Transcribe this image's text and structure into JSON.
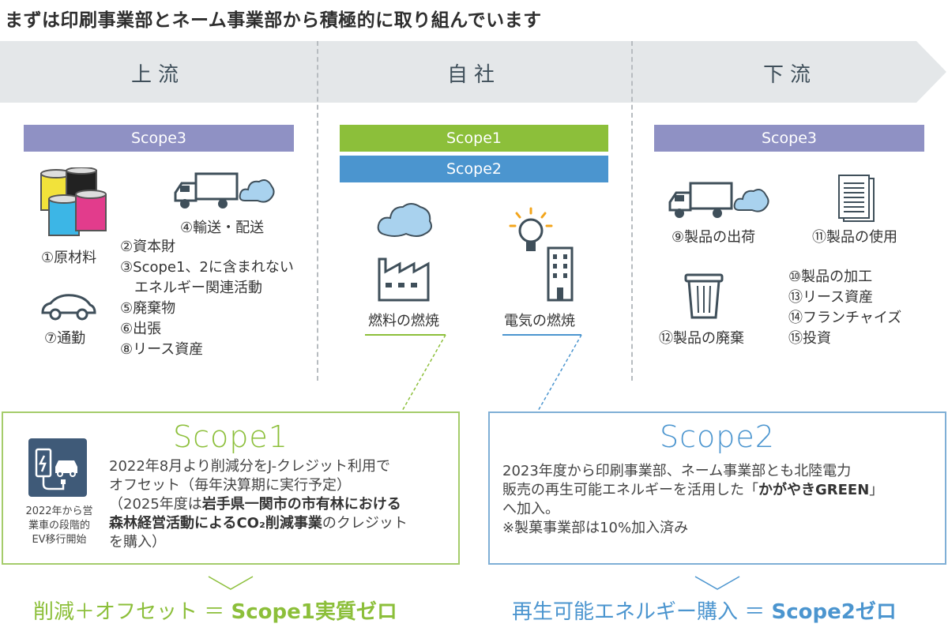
{
  "title": "まずは印刷事業部とネーム事業部から積極的に取り組んでいます",
  "stages": {
    "upstream": "上流",
    "company": "自社",
    "downstream": "下流"
  },
  "colors": {
    "scope1": "#8cbf3a",
    "scope2": "#4b95cf",
    "scope3": "#8f91c4",
    "band": "#e4e7e9"
  },
  "upstream": {
    "scope_label": "Scope3",
    "items": {
      "raw_materials": "①原材料",
      "transport": "④輸送・配送",
      "capital_goods": "②資本財",
      "fuel_energy_1": "③Scope1、2に含まれない",
      "fuel_energy_2": "エネルギー関連活動",
      "waste": "⑤廃棄物",
      "business_travel": "⑥出張",
      "leased_assets": "⑧リース資産",
      "commuting": "⑦通勤"
    },
    "icons": [
      "paint-cans-icon",
      "truck-icon",
      "car-icon"
    ]
  },
  "company": {
    "scope1_label": "Scope1",
    "scope2_label": "Scope2",
    "fuel_label": "燃料の燃焼",
    "electricity_label": "電気の燃焼",
    "icons": [
      "factory-icon",
      "light-bulb-icon",
      "building-icon"
    ]
  },
  "downstream": {
    "scope_label": "Scope3",
    "items": {
      "shipping": "⑨製品の出荷",
      "use": "⑪製品の使用",
      "disposal": "⑫製品の廃棄",
      "processing": "⑩製品の加工",
      "leased_assets": "⑬リース資産",
      "franchise": "⑭フランチャイズ",
      "investment": "⑮投資"
    },
    "icons": [
      "truck-icon",
      "document-icon",
      "trash-can-icon"
    ]
  },
  "scope1_box": {
    "heading": "Scope1",
    "ev_caption_1": "2022年から営",
    "ev_caption_2": "業車の段階的",
    "ev_caption_3": "EV移行開始",
    "line1": "2022年8月より削減分をJ-クレジット利用で",
    "line2": "オフセット（毎年決算期に実行予定）",
    "line3_pre": "（2025年度は",
    "line3_bold": "岩手県一関市の市有林における",
    "line4_bold": "森林経営活動によるCO₂削減事業",
    "line4_post": "のクレジット",
    "line5": "を購入）"
  },
  "scope2_box": {
    "heading": "Scope2",
    "line1": "2023年度から印刷事業部、ネーム事業部とも北陸電力",
    "line2_pre": "販売の再生可能エネルギーを活用した「",
    "line2_bold": "かがやきGREEN",
    "line2_post": "」",
    "line3": "へ加入。",
    "line4": "※製菓事業部は10%加入済み"
  },
  "conclusions": {
    "scope1_pre": "削減＋オフセット ＝ ",
    "scope1_bold": "Scope1実質ゼロ",
    "scope2_pre": "再生可能エネルギー購入 ＝ ",
    "scope2_bold": "Scope2ゼロ"
  }
}
